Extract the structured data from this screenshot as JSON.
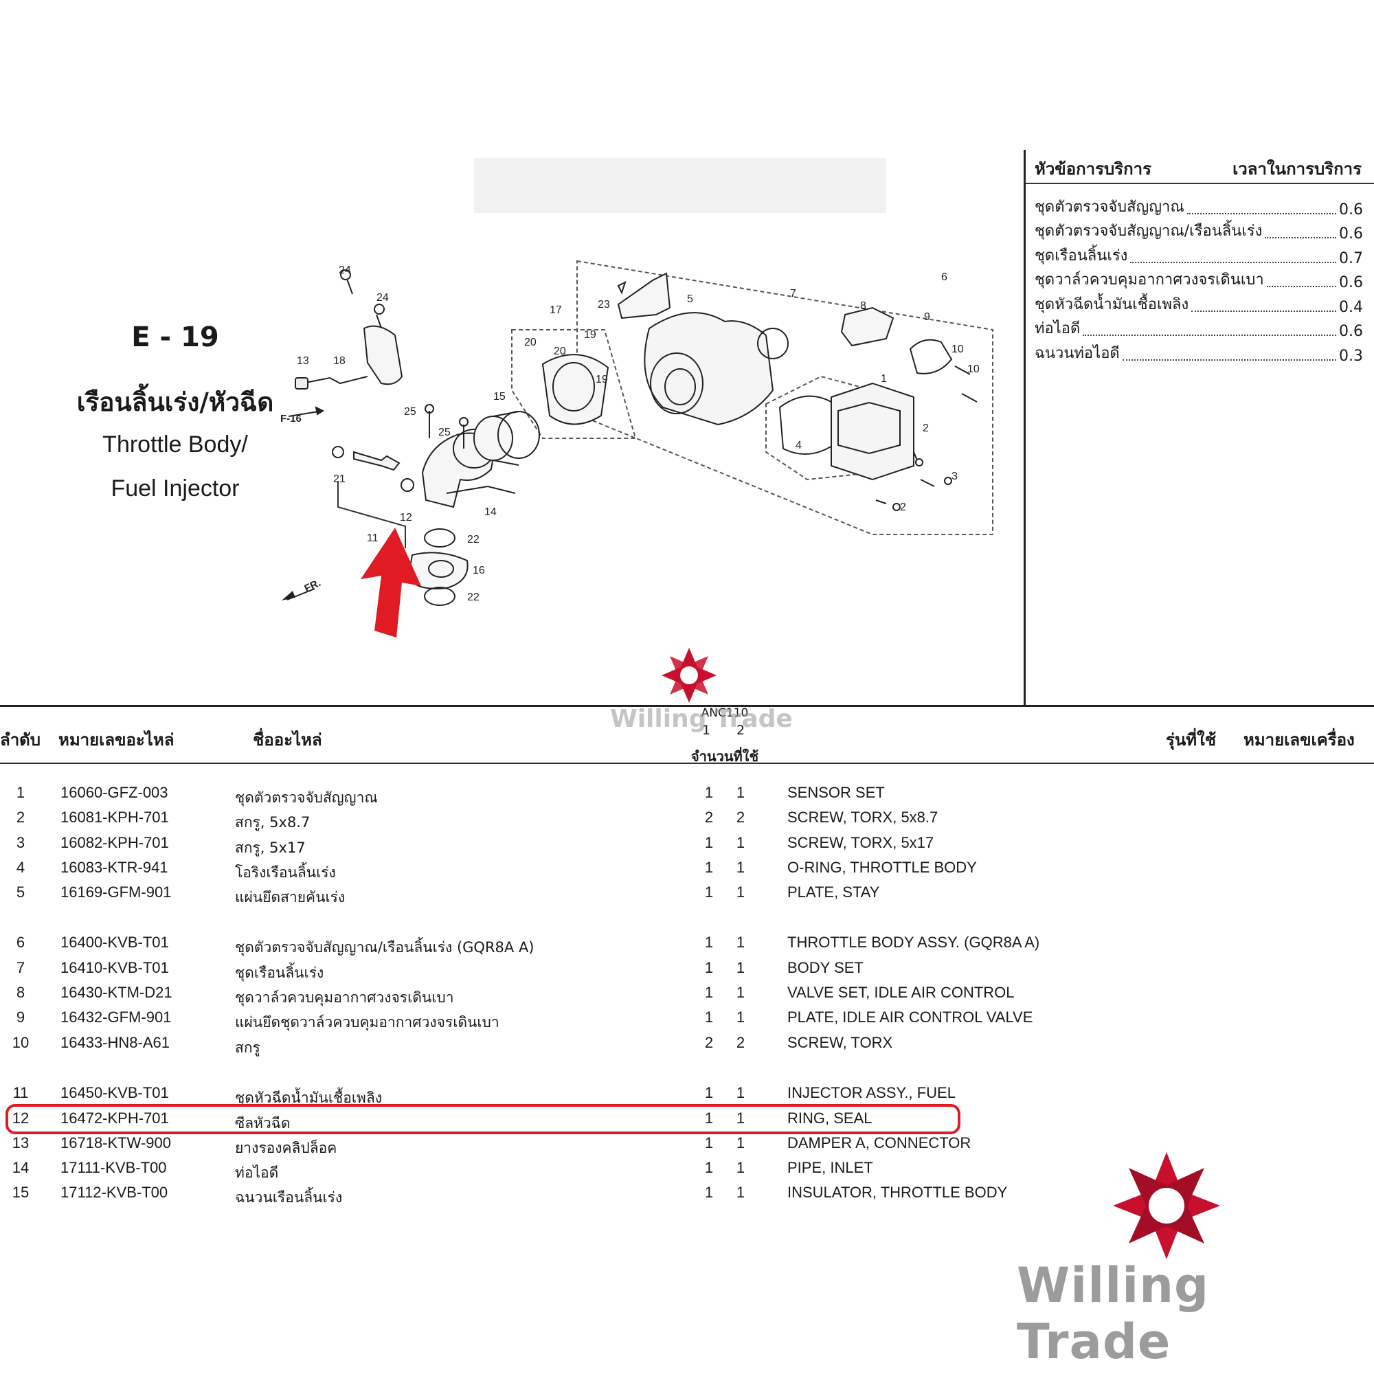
{
  "title": {
    "code": "E - 19",
    "thai": "เรือนลิ้นเร่ง/หัวฉีด",
    "english_line1": "Throttle Body/",
    "english_line2": "Fuel Injector"
  },
  "service_panel": {
    "header_left": "หัวข้อการบริการ",
    "header_right": "เวลาในการบริการ",
    "items": [
      {
        "label": "ชุดตัวตรวจจับสัญญาณ",
        "time": "0.6"
      },
      {
        "label": "ชุดตัวตรวจจับสัญญาณ/เรือนลิ้นเร่ง",
        "time": "0.6"
      },
      {
        "label": "ชุดเรือนลิ้นเร่ง",
        "time": "0.7"
      },
      {
        "label": "ชุดวาล์วควบคุมอากาศวงจรเดินเบา",
        "time": "0.6"
      },
      {
        "label": "ชุดหัวฉีดน้ำมันเชื้อเพลิง",
        "time": "0.4"
      },
      {
        "label": "ท่อไอดี",
        "time": "0.6"
      },
      {
        "label": "ฉนวนท่อไอดี",
        "time": "0.3"
      }
    ]
  },
  "diagram": {
    "ref_labels": {
      "f16": "F-16",
      "fr": "FR."
    },
    "callouts": [
      "1",
      "2",
      "2",
      "3",
      "4",
      "5",
      "6",
      "7",
      "8",
      "9",
      "10",
      "10",
      "11",
      "12",
      "13",
      "14",
      "15",
      "16",
      "17",
      "18",
      "19",
      "19",
      "20",
      "20",
      "21",
      "22",
      "22",
      "23",
      "24",
      "24",
      "25",
      "25"
    ]
  },
  "table": {
    "headers": {
      "no": "ลำดับ",
      "part_no": "หมายเลขอะไหล่",
      "name": "ชื่ออะไหล่",
      "model_code": "ANC110",
      "qty_col1": "1",
      "qty_col2": "2",
      "qty": "จำนวนที่ใช้",
      "model": "รุ่นที่ใช้",
      "engine_no": "หมายเลขเครื่อง"
    },
    "rows": [
      {
        "no": "1",
        "part": "16060-GFZ-003",
        "th": "ชุดตัวตรวจจับสัญญาณ",
        "q1": "1",
        "q2": "1",
        "en": "SENSOR SET"
      },
      {
        "no": "2",
        "part": "16081-KPH-701",
        "th": "สกรู, 5x8.7",
        "q1": "2",
        "q2": "2",
        "en": "SCREW, TORX, 5x8.7"
      },
      {
        "no": "3",
        "part": "16082-KPH-701",
        "th": "สกรู, 5x17",
        "q1": "1",
        "q2": "1",
        "en": "SCREW, TORX, 5x17"
      },
      {
        "no": "4",
        "part": "16083-KTR-941",
        "th": "โอริงเรือนลิ้นเร่ง",
        "q1": "1",
        "q2": "1",
        "en": "O-RING, THROTTLE BODY"
      },
      {
        "no": "5",
        "part": "16169-GFM-901",
        "th": "แผ่นยึดสายคันเร่ง",
        "q1": "1",
        "q2": "1",
        "en": "PLATE, STAY"
      },
      {
        "no": "6",
        "part": "16400-KVB-T01",
        "th": "ชุดตัวตรวจจับสัญญาณ/เรือนลิ้นเร่ง (GQR8A A)",
        "q1": "1",
        "q2": "1",
        "en": "THROTTLE BODY ASSY. (GQR8A A)"
      },
      {
        "no": "7",
        "part": "16410-KVB-T01",
        "th": "ชุดเรือนลิ้นเร่ง",
        "q1": "1",
        "q2": "1",
        "en": "BODY SET"
      },
      {
        "no": "8",
        "part": "16430-KTM-D21",
        "th": "ชุดวาล์วควบคุมอากาศวงจรเดินเบา",
        "q1": "1",
        "q2": "1",
        "en": "VALVE SET, IDLE AIR CONTROL"
      },
      {
        "no": "9",
        "part": "16432-GFM-901",
        "th": "แผ่นยึดชุดวาล์วควบคุมอากาศวงจรเดินเบา",
        "q1": "1",
        "q2": "1",
        "en": "PLATE, IDLE AIR CONTROL VALVE"
      },
      {
        "no": "10",
        "part": "16433-HN8-A61",
        "th": "สกรู",
        "q1": "2",
        "q2": "2",
        "en": "SCREW, TORX"
      },
      {
        "no": "11",
        "part": "16450-KVB-T01",
        "th": "ชุดหัวฉีดน้ำมันเชื้อเพลิง",
        "q1": "1",
        "q2": "1",
        "en": "INJECTOR ASSY., FUEL"
      },
      {
        "no": "12",
        "part": "16472-KPH-701",
        "th": "ซีลหัวฉีด",
        "q1": "1",
        "q2": "1",
        "en": "RING, SEAL"
      },
      {
        "no": "13",
        "part": "16718-KTW-900",
        "th": "ยางรองคลิปล็อค",
        "q1": "1",
        "q2": "1",
        "en": "DAMPER A, CONNECTOR"
      },
      {
        "no": "14",
        "part": "17111-KVB-T00",
        "th": "ท่อไอดี",
        "q1": "1",
        "q2": "1",
        "en": "PIPE, INLET"
      },
      {
        "no": "15",
        "part": "17112-KVB-T00",
        "th": "ฉนวนเรือนลิ้นเร่ง",
        "q1": "1",
        "q2": "1",
        "en": "INSULATOR, THROTTLE BODY"
      }
    ]
  },
  "watermark": {
    "text": "Willing Trade"
  },
  "colors": {
    "highlight": "#e01b24",
    "logo_red": "#c8102e",
    "logo_gray": "#9c9c9c"
  }
}
